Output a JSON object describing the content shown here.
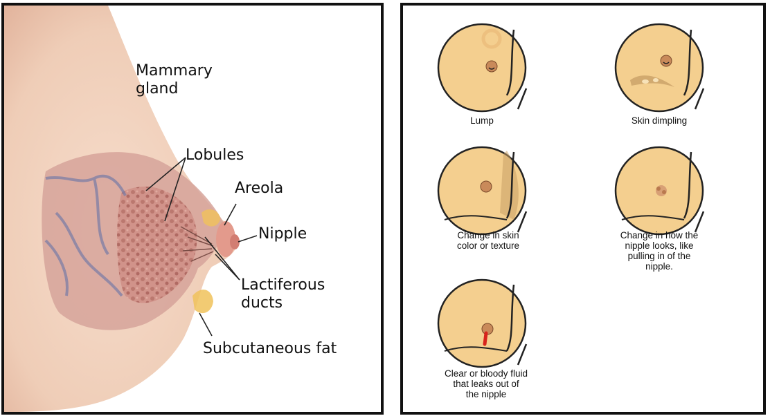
{
  "anatomy": {
    "labels": {
      "mammary_gland": "Mammary\ngland",
      "lobules": "Lobules",
      "areola": "Areola",
      "nipple": "Nipple",
      "lactiferous_ducts": "Lactiferous\nducts",
      "subcutaneous_fat": "Subcutaneous fat"
    }
  },
  "symptoms": [
    {
      "caption": "Lump"
    },
    {
      "caption": "Skin dimpling"
    },
    {
      "caption": "Change in skin\ncolor or texture"
    },
    {
      "caption": "Change in how the\nnipple looks, like\npulling in of the\nnipple."
    },
    {
      "caption": "Clear or bloody fluid\nthat leaks out of\nthe nipple"
    }
  ],
  "colors": {
    "skin": "#f1d2bc",
    "tissue": "#c98a80",
    "symptom_fill": "#f4cf8f",
    "blood": "#d8241c"
  }
}
